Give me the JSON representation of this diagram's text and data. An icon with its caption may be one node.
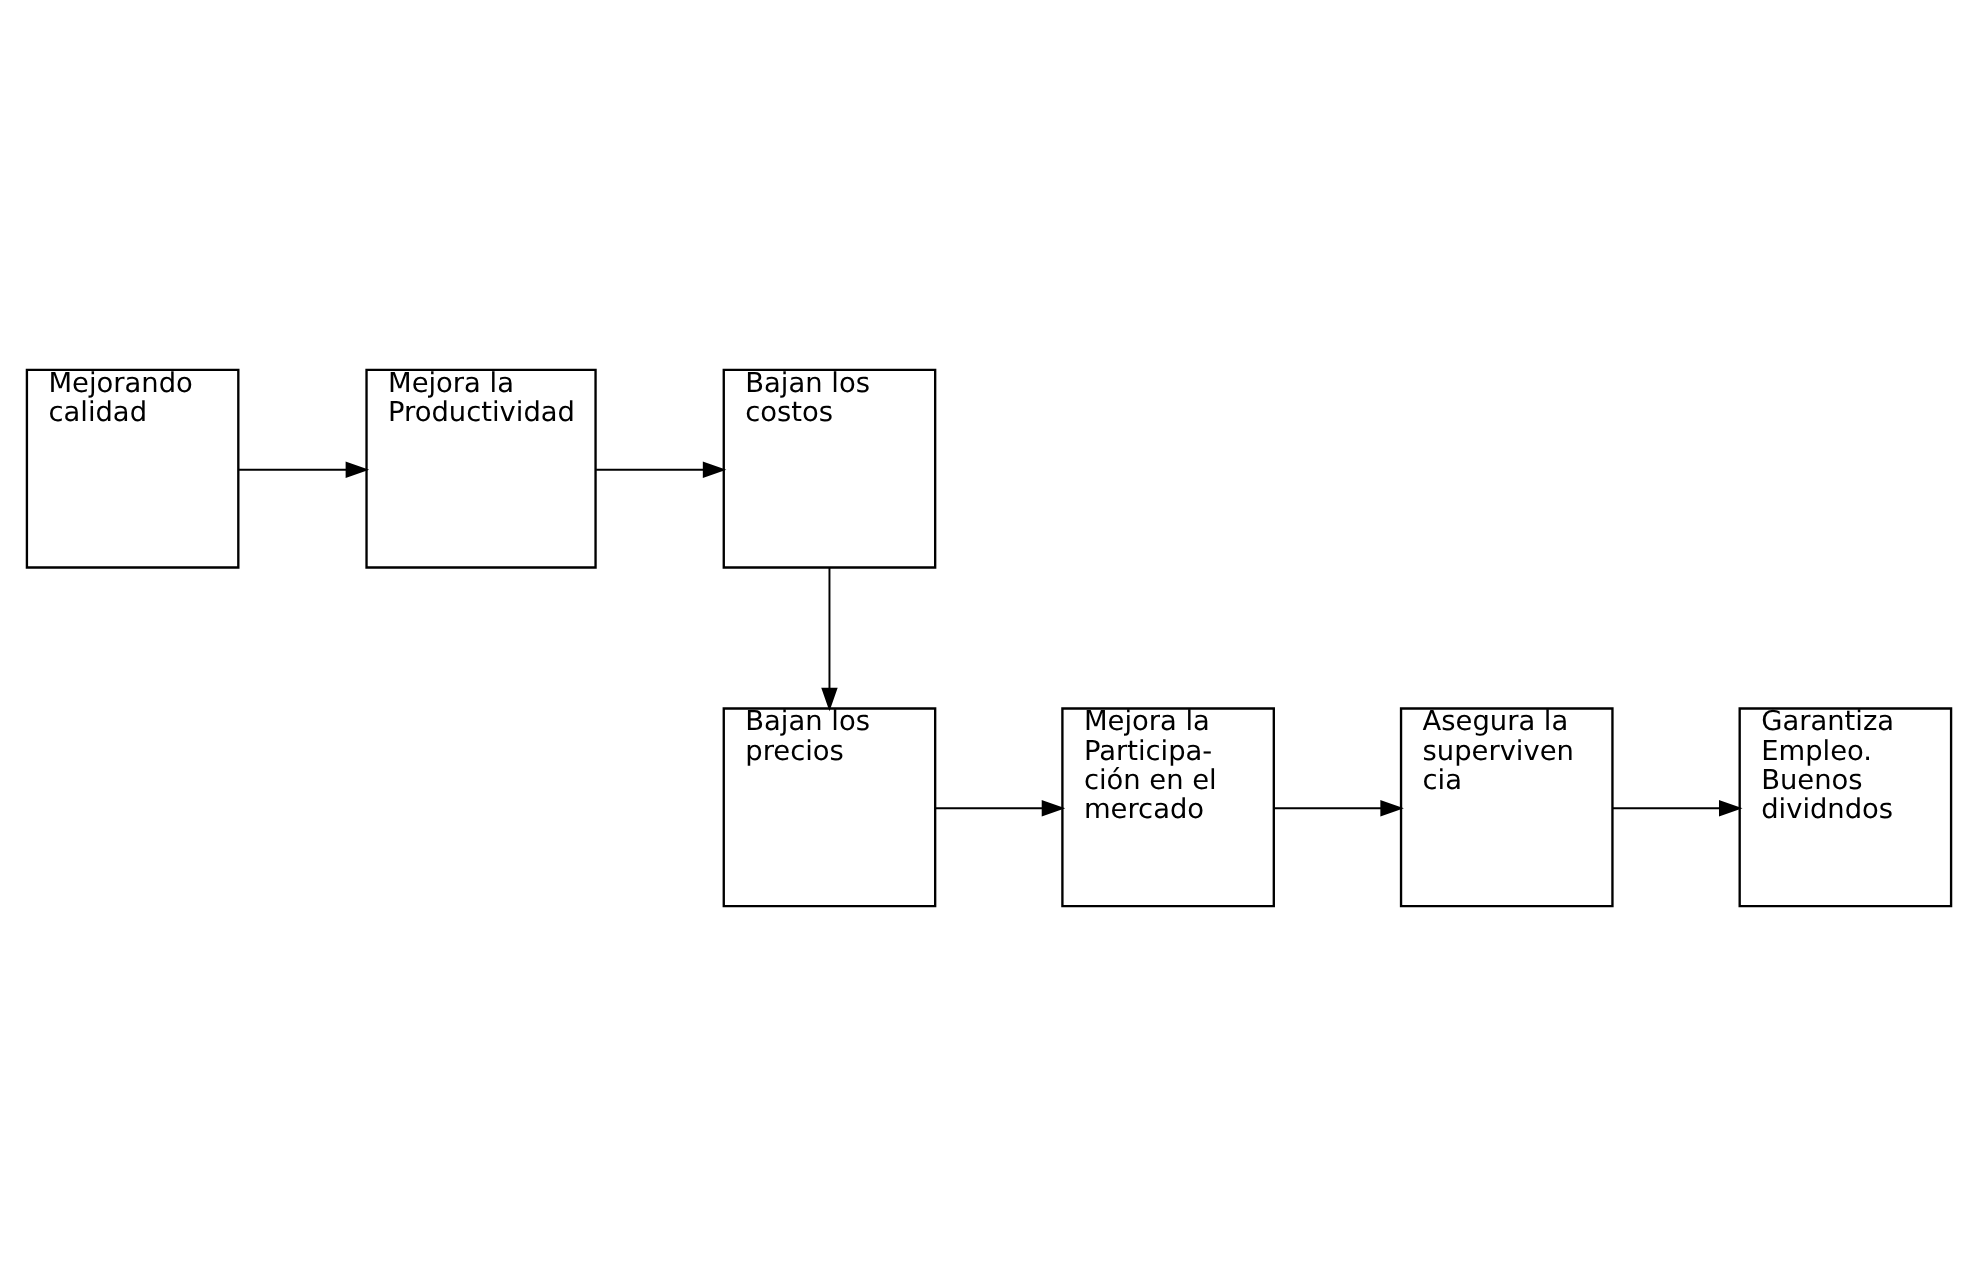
{
  "diagram": {
    "nodes": [
      {
        "text": [
          "Mejorando calidad"
        ]
      },
      {
        "text": [
          "Mejora la Productividad"
        ]
      },
      {
        "text": [
          "Bajan los costos"
        ]
      },
      {
        "text": [
          "Bajan los precios"
        ]
      },
      {
        "text": [
          "Mejora la Participa- ción en el mercado"
        ]
      },
      {
        "text": [
          "Asegura la superviven cia"
        ]
      },
      {
        "text": [
          "Garantiza Empleo. Buenos dividndos"
        ]
      }
    ],
    "edges": [
      {
        "from": 0,
        "to": 1,
        "arrow": "to"
      },
      {
        "from": 1,
        "to": 2,
        "arrow": "to"
      },
      {
        "from": 2,
        "to": 3,
        "arrow": "to"
      },
      {
        "from": 3,
        "to": 4,
        "arrow": "to"
      },
      {
        "from": 4,
        "to": 5,
        "arrow": "to"
      },
      {
        "from": 5,
        "to": 6,
        "arrow": "to"
      }
    ]
  }
}
